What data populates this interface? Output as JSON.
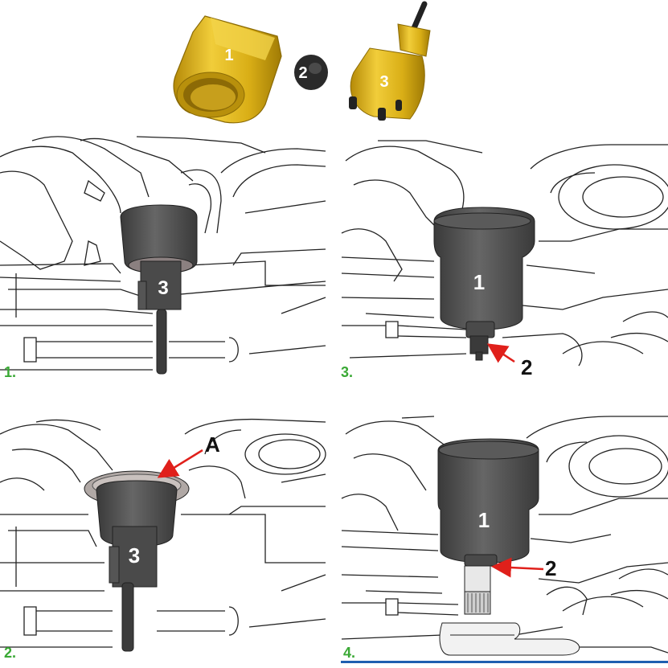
{
  "colors": {
    "gold": "#d9ae16",
    "gold_dark": "#a07b05",
    "tool_gray": "#555555",
    "tool_dark": "#2f2f2f",
    "step_green": "#3aa935",
    "arrow_red": "#e0201b",
    "rule_blue": "#1f5fb0",
    "line": "#222222"
  },
  "tools": {
    "part1": "1",
    "part2": "2",
    "part3": "3"
  },
  "panels": {
    "p1": {
      "step": "1.",
      "tool": "3"
    },
    "p2": {
      "step": "2.",
      "tool": "3",
      "callout": "A"
    },
    "p3": {
      "step": "3.",
      "tool": "1",
      "callout": "2"
    },
    "p4": {
      "step": "4.",
      "tool": "1",
      "callout": "2"
    }
  }
}
